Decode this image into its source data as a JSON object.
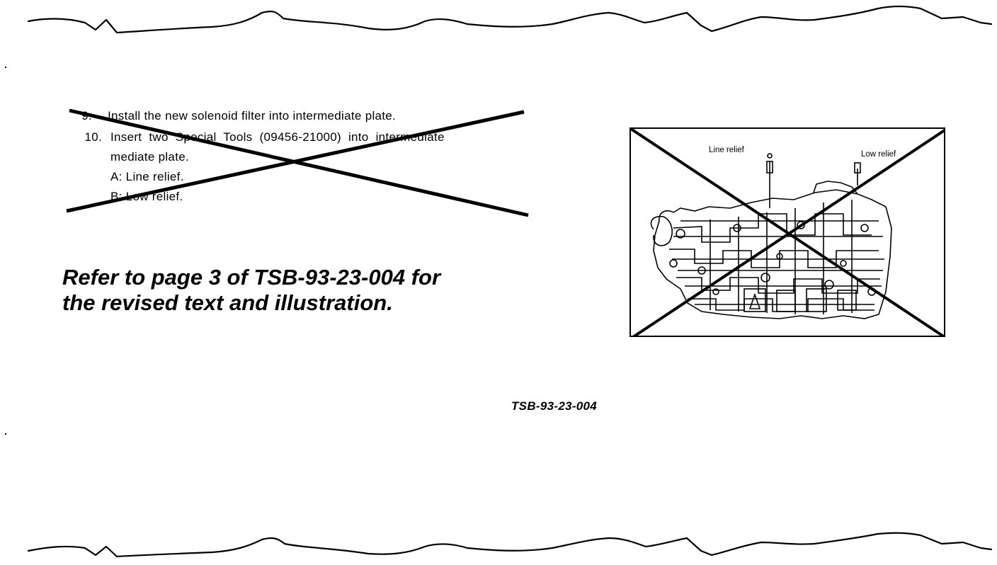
{
  "procedure": {
    "steps": [
      {
        "number": "9.",
        "lines": [
          "Install the new solenoid filter into intermediate plate."
        ]
      },
      {
        "number": "10.",
        "lines": [
          "Insert two Special Tools (09456-21000) into intermediate",
          "mediate plate.",
          "A: Line relief.",
          "B: Low relief."
        ]
      }
    ],
    "status": "crossed-out"
  },
  "notice": {
    "line1": "Refer to page 3 of TSB-93-23-004 for",
    "line2": "the revised text and illustration."
  },
  "figure": {
    "callouts": {
      "line_relief": "Line relief",
      "low_relief": "Low relief"
    },
    "status": "crossed-out"
  },
  "footer": {
    "bulletin_number": "TSB-93-23-004"
  }
}
